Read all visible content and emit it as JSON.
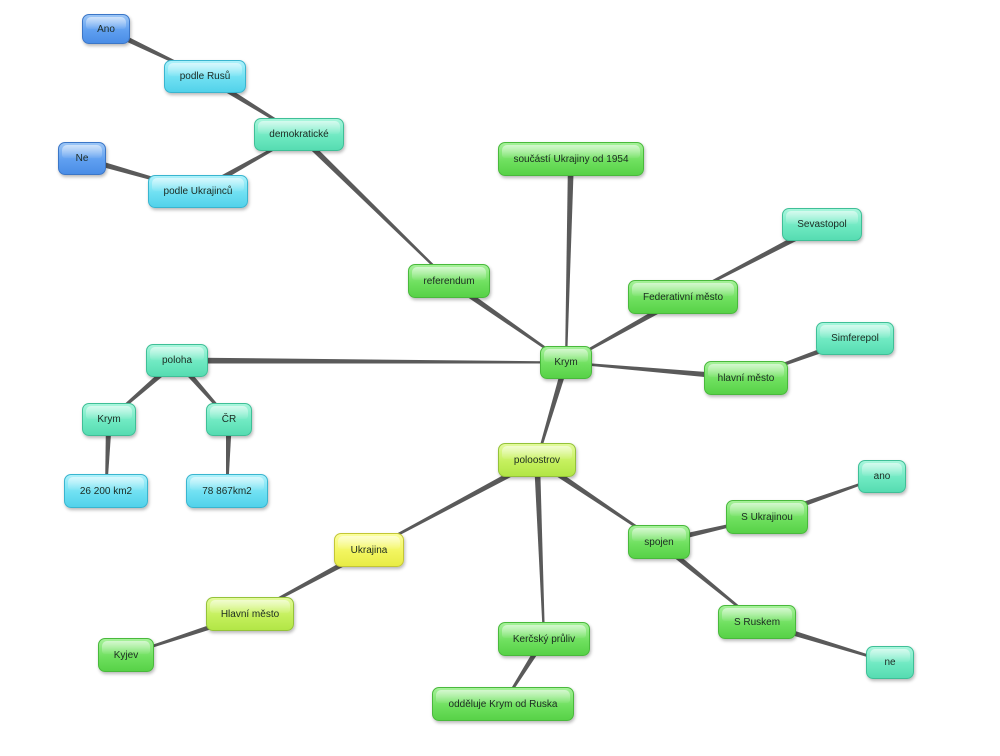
{
  "nodes": {
    "ano_top": {
      "label": "Ano",
      "color": "#5f9ff0"
    },
    "podle_rusu": {
      "label": "podle Rusů",
      "color": "#6fe0f2"
    },
    "demokraticke": {
      "label": "demokratické",
      "color": "#6fe9c2"
    },
    "ne_top": {
      "label": "Ne",
      "color": "#5f9ff0"
    },
    "podle_ukrajincu": {
      "label": "podle Ukrajinců",
      "color": "#6fe0f2"
    },
    "soucasti": {
      "label": "součástí Ukrajiny od 1954",
      "color": "#6fe05f"
    },
    "sevastopol": {
      "label": "Sevastopol",
      "color": "#6fe9c2"
    },
    "referendum": {
      "label": "referendum",
      "color": "#6fe05f"
    },
    "federativni": {
      "label": "Federativní město",
      "color": "#6fe05f"
    },
    "simferepol": {
      "label": "Simferepol",
      "color": "#6fe9c2"
    },
    "poloha": {
      "label": "poloha",
      "color": "#6fe9c2"
    },
    "krym_center": {
      "label": "Krym",
      "color": "#6fe05f"
    },
    "hlavni_mesto": {
      "label": "hlavní město",
      "color": "#6fe05f"
    },
    "krym_left": {
      "label": "Krym",
      "color": "#6fe9c2"
    },
    "cr": {
      "label": "ČR",
      "color": "#6fe9c2"
    },
    "poloostrov": {
      "label": "poloostrov",
      "color": "#c5f05d"
    },
    "area_krym": {
      "label": "26 200 km2",
      "color": "#6fe0f2"
    },
    "area_cr": {
      "label": "78 867km2",
      "color": "#6fe0f2"
    },
    "ano_right": {
      "label": "ano",
      "color": "#6fe9c2"
    },
    "s_ukrajinou": {
      "label": "S Ukrajinou",
      "color": "#6fe05f"
    },
    "spojen": {
      "label": "spojen",
      "color": "#6fe05f"
    },
    "ukrajina": {
      "label": "Ukrajina",
      "color": "#f2f55f"
    },
    "hlavni_mesto_ua": {
      "label": "Hlavní město",
      "color": "#c5f05d"
    },
    "s_ruskem": {
      "label": "S Ruskem",
      "color": "#6fe05f"
    },
    "kercsky": {
      "label": "Kerčský průliv",
      "color": "#6fe05f"
    },
    "kyjev": {
      "label": "Kyjev",
      "color": "#6fe05f"
    },
    "ne_right": {
      "label": "ne",
      "color": "#6fe9c2"
    },
    "odděluje": {
      "label": "odděluje Krym od Ruska",
      "color": "#6fe05f"
    }
  },
  "edges": [
    [
      "ano_top",
      "podle_rusu"
    ],
    [
      "podle_rusu",
      "demokraticke"
    ],
    [
      "ne_top",
      "podle_ukrajincu"
    ],
    [
      "podle_ukrajincu",
      "demokraticke"
    ],
    [
      "demokraticke",
      "referendum"
    ],
    [
      "referendum",
      "krym_center"
    ],
    [
      "soucasti",
      "krym_center"
    ],
    [
      "sevastopol",
      "federativni"
    ],
    [
      "federativni",
      "krym_center"
    ],
    [
      "simferepol",
      "hlavni_mesto"
    ],
    [
      "hlavni_mesto",
      "krym_center"
    ],
    [
      "poloha",
      "krym_center"
    ],
    [
      "poloha",
      "krym_left"
    ],
    [
      "poloha",
      "cr"
    ],
    [
      "krym_left",
      "area_krym"
    ],
    [
      "cr",
      "area_cr"
    ],
    [
      "krym_center",
      "poloostrov"
    ],
    [
      "poloostrov",
      "ukrajina"
    ],
    [
      "poloostrov",
      "kercsky"
    ],
    [
      "poloostrov",
      "spojen"
    ],
    [
      "spojen",
      "s_ukrajinou"
    ],
    [
      "s_ukrajinou",
      "ano_right"
    ],
    [
      "spojen",
      "s_ruskem"
    ],
    [
      "s_ruskem",
      "ne_right"
    ],
    [
      "ukrajina",
      "hlavni_mesto_ua"
    ],
    [
      "hlavni_mesto_ua",
      "kyjev"
    ],
    [
      "kercsky",
      "odděluje"
    ]
  ]
}
